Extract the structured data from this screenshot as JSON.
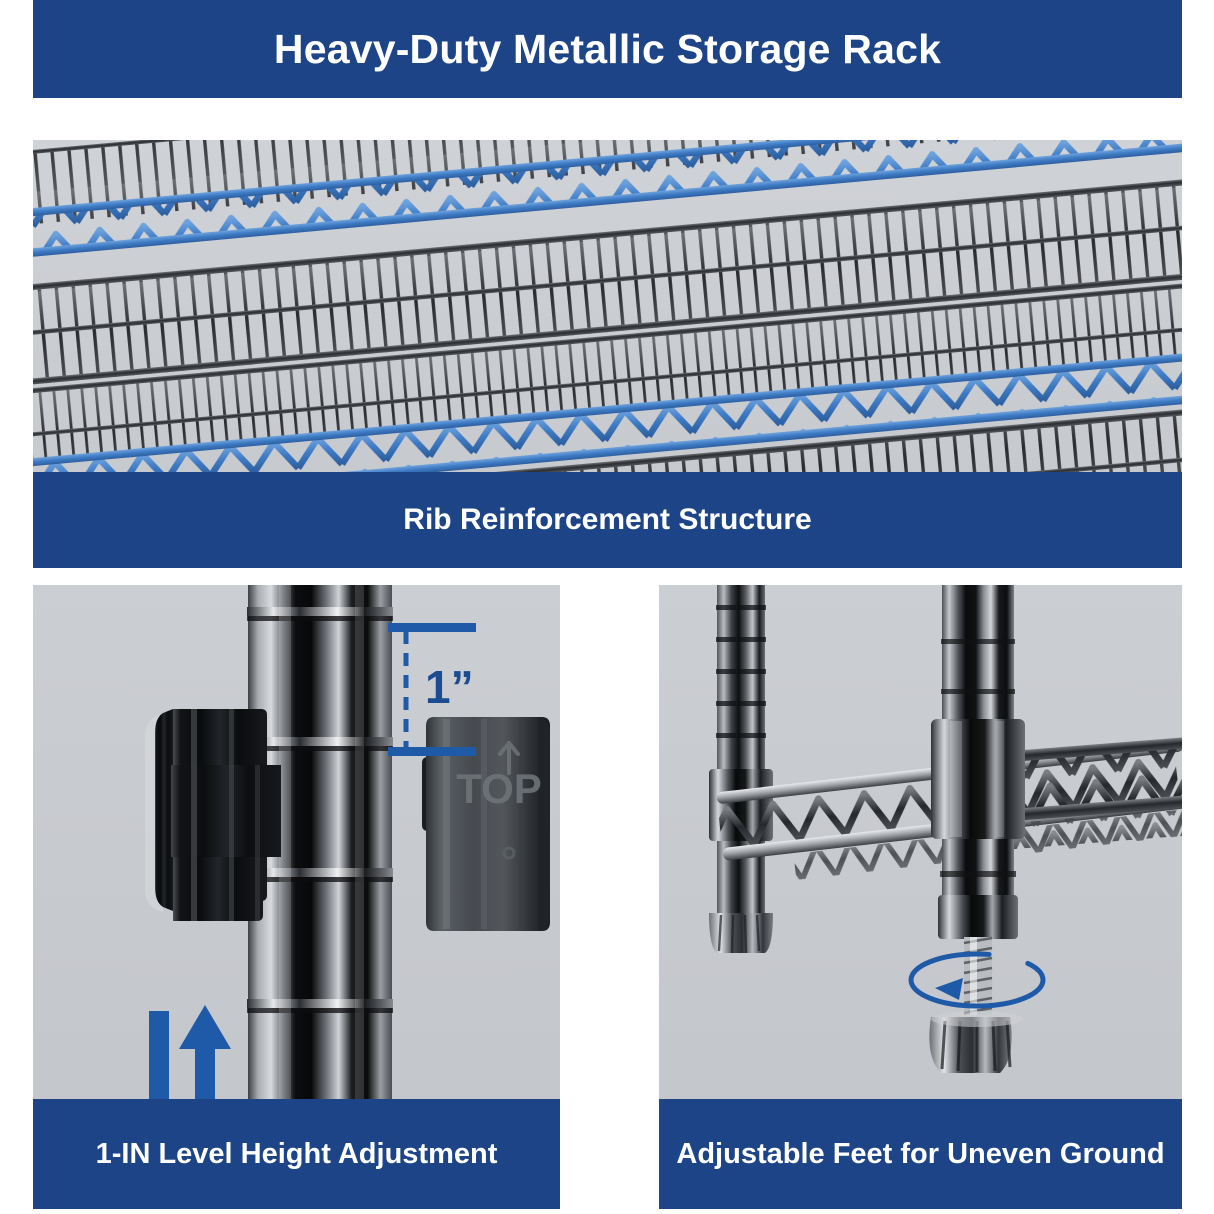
{
  "header": {
    "title": "Heavy-Duty Metallic Storage Rack",
    "background_color": "#1d4487",
    "text_color": "#ffffff"
  },
  "panels": [
    {
      "id": "rib-reinforcement",
      "caption": "Rib Reinforcement Structure",
      "subject": "wire-shelf-underside-with-blue-highlighted-rib-trusses",
      "highlight_color": "#3d7ac4",
      "background_color": "#c9ccd1"
    },
    {
      "id": "height-adjustment",
      "caption": "1-IN Level Height Adjustment",
      "subject": "chrome-pole-with-split-plastic-sleeve-clips",
      "dimension_label": "1”",
      "clip_marking": "TOP",
      "accent_color": "#1f5aa8",
      "background_color": "#c9ccd1"
    },
    {
      "id": "adjustable-feet",
      "caption": "Adjustable Feet for Uneven Ground",
      "subject": "two-chrome-legs-with-threaded-levelling-foot-and-shelf-truss",
      "accent_color": "#1f5aa8",
      "background_color": "#c9ccd1"
    }
  ],
  "colors": {
    "brand_blue": "#1d4487",
    "accent_blue": "#1f5aa8",
    "rib_blue": "#3d7ac4",
    "panel_gray": "#c9ccd1",
    "white": "#ffffff"
  }
}
